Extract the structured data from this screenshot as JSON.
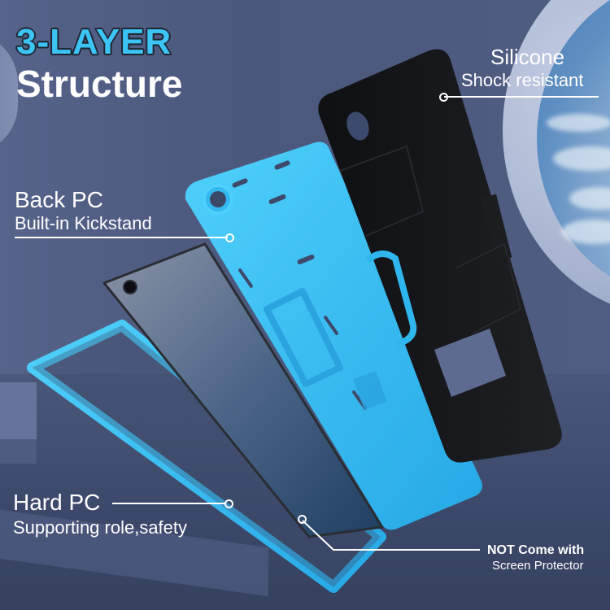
{
  "headline": {
    "line1": "3-LAYER",
    "line2": "Structure"
  },
  "callouts": {
    "silicone": {
      "title": "Silicone",
      "subtitle": "Shock resistant"
    },
    "back_pc": {
      "title": "Back PC",
      "subtitle": "Built-in Kickstand"
    },
    "hard_pc": {
      "title": "Hard PC",
      "subtitle": "Supporting role,safety"
    },
    "screen_protector": {
      "title": "NOT Come with",
      "subtitle": "Screen Protector"
    }
  },
  "colors": {
    "accent_blue": "#3cc4f5",
    "case_blue": "#2fb6ef",
    "case_black": "#141518",
    "background": "#4a5779",
    "text": "#ffffff"
  }
}
